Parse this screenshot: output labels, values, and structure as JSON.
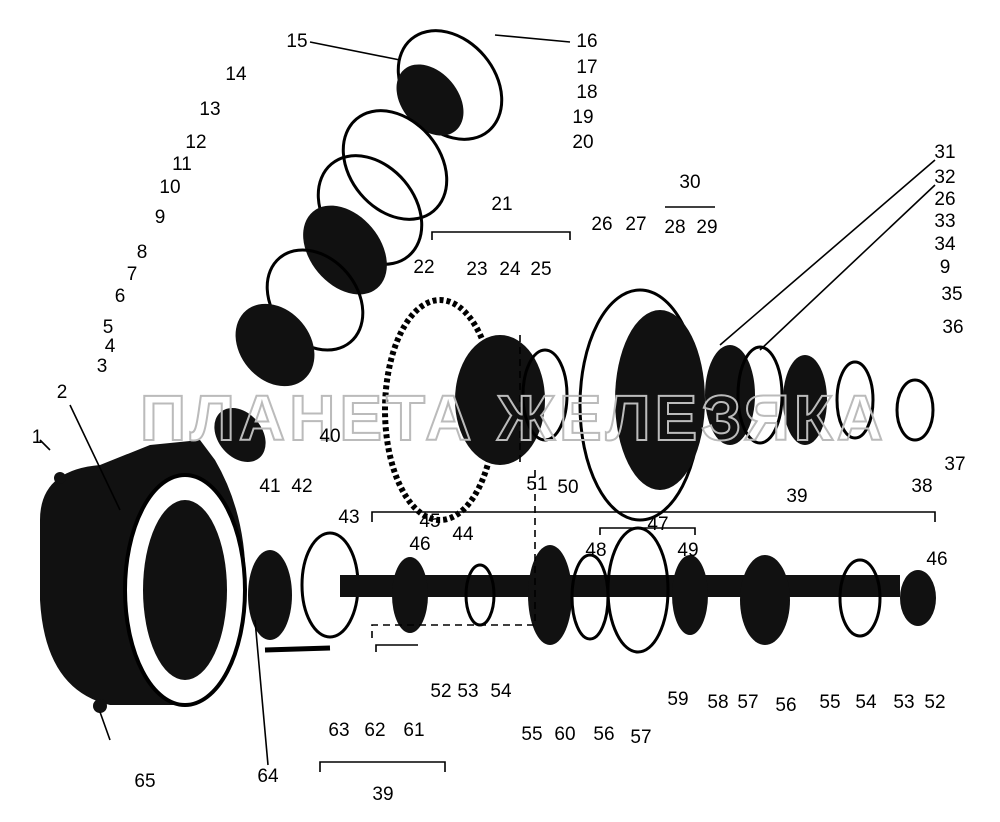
{
  "title": "Exploded view of final drive assembly",
  "watermark": "ПЛАНЕТА ЖЕЛЕЗЯКА",
  "labels": [
    "1",
    "2",
    "3",
    "4",
    "5",
    "6",
    "7",
    "8",
    "9",
    "10",
    "11",
    "12",
    "13",
    "14",
    "15",
    "16",
    "17",
    "18",
    "19",
    "20",
    "21",
    "22",
    "23",
    "24",
    "25",
    "26",
    "27",
    "28",
    "29",
    "30",
    "31",
    "32",
    "26",
    "33",
    "34",
    "9",
    "35",
    "36",
    "37",
    "38",
    "39",
    "40",
    "41",
    "42",
    "43",
    "45",
    "44",
    "46",
    "47",
    "48",
    "49",
    "46",
    "51",
    "50",
    "52",
    "53",
    "54",
    "55",
    "60",
    "56",
    "57",
    "59",
    "58",
    "57",
    "56",
    "55",
    "54",
    "53",
    "52",
    "63",
    "62",
    "61",
    "39",
    "64",
    "65"
  ]
}
